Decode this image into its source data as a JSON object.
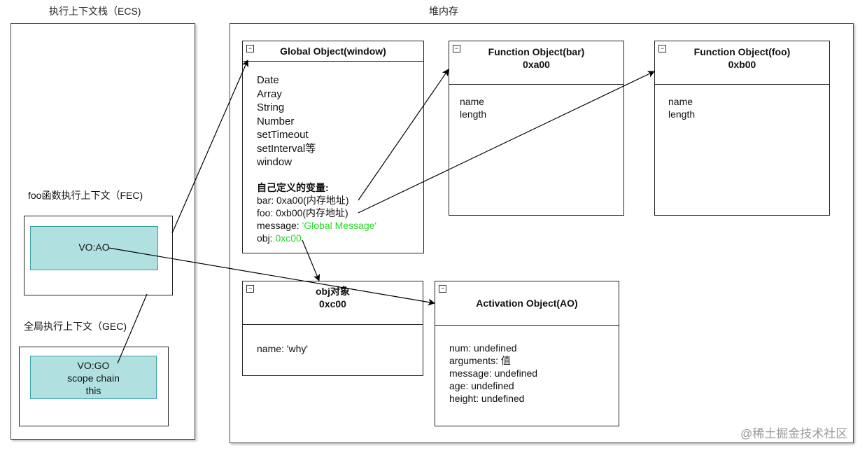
{
  "ecs": {
    "title": "执行上下文栈（ECS)",
    "fec_label": "foo函数执行上下文（FEC)",
    "fec_vo": "VO:AO",
    "gec_label": "全局执行上下文（GEC)",
    "gec_lines": [
      "VO:GO",
      "scope chain",
      "this"
    ]
  },
  "heap": {
    "title": "堆内存",
    "global_object": {
      "header": "Global Object(window)",
      "builtins": [
        "Date",
        "Array",
        "String",
        "Number",
        "setTimeout",
        "setInterval等",
        "window"
      ],
      "custom_title": "自己定义的变量:",
      "bar_line": "bar: 0xa00(内存地址)",
      "foo_line": "foo: 0xb00(内存地址)",
      "message_prefix": "message: ",
      "message_value": "'Global Message'",
      "obj_prefix": "obj: ",
      "obj_value": "0xc00"
    },
    "bar_function": {
      "header_line1": "Function Object(bar)",
      "header_line2": "0xa00",
      "props": [
        "name",
        "length"
      ]
    },
    "foo_function": {
      "header_line1": "Function Object(foo)",
      "header_line2": "0xb00",
      "props": [
        "name",
        "length"
      ]
    },
    "obj_object": {
      "header_line1": "obj对象",
      "header_line2": "0xc00",
      "props": [
        "name: 'why'"
      ]
    },
    "activation_object": {
      "header": "Activation Object(AO)",
      "props": [
        "num: undefined",
        "arguments: 值",
        "message: undefined",
        "age: undefined",
        "height: undefined"
      ]
    }
  },
  "watermark": "@稀土掘金技术社区",
  "colors": {
    "teal_fill": "#b0e0e0",
    "teal_border": "#3aa0a8",
    "highlight_green": "#22dd22"
  }
}
